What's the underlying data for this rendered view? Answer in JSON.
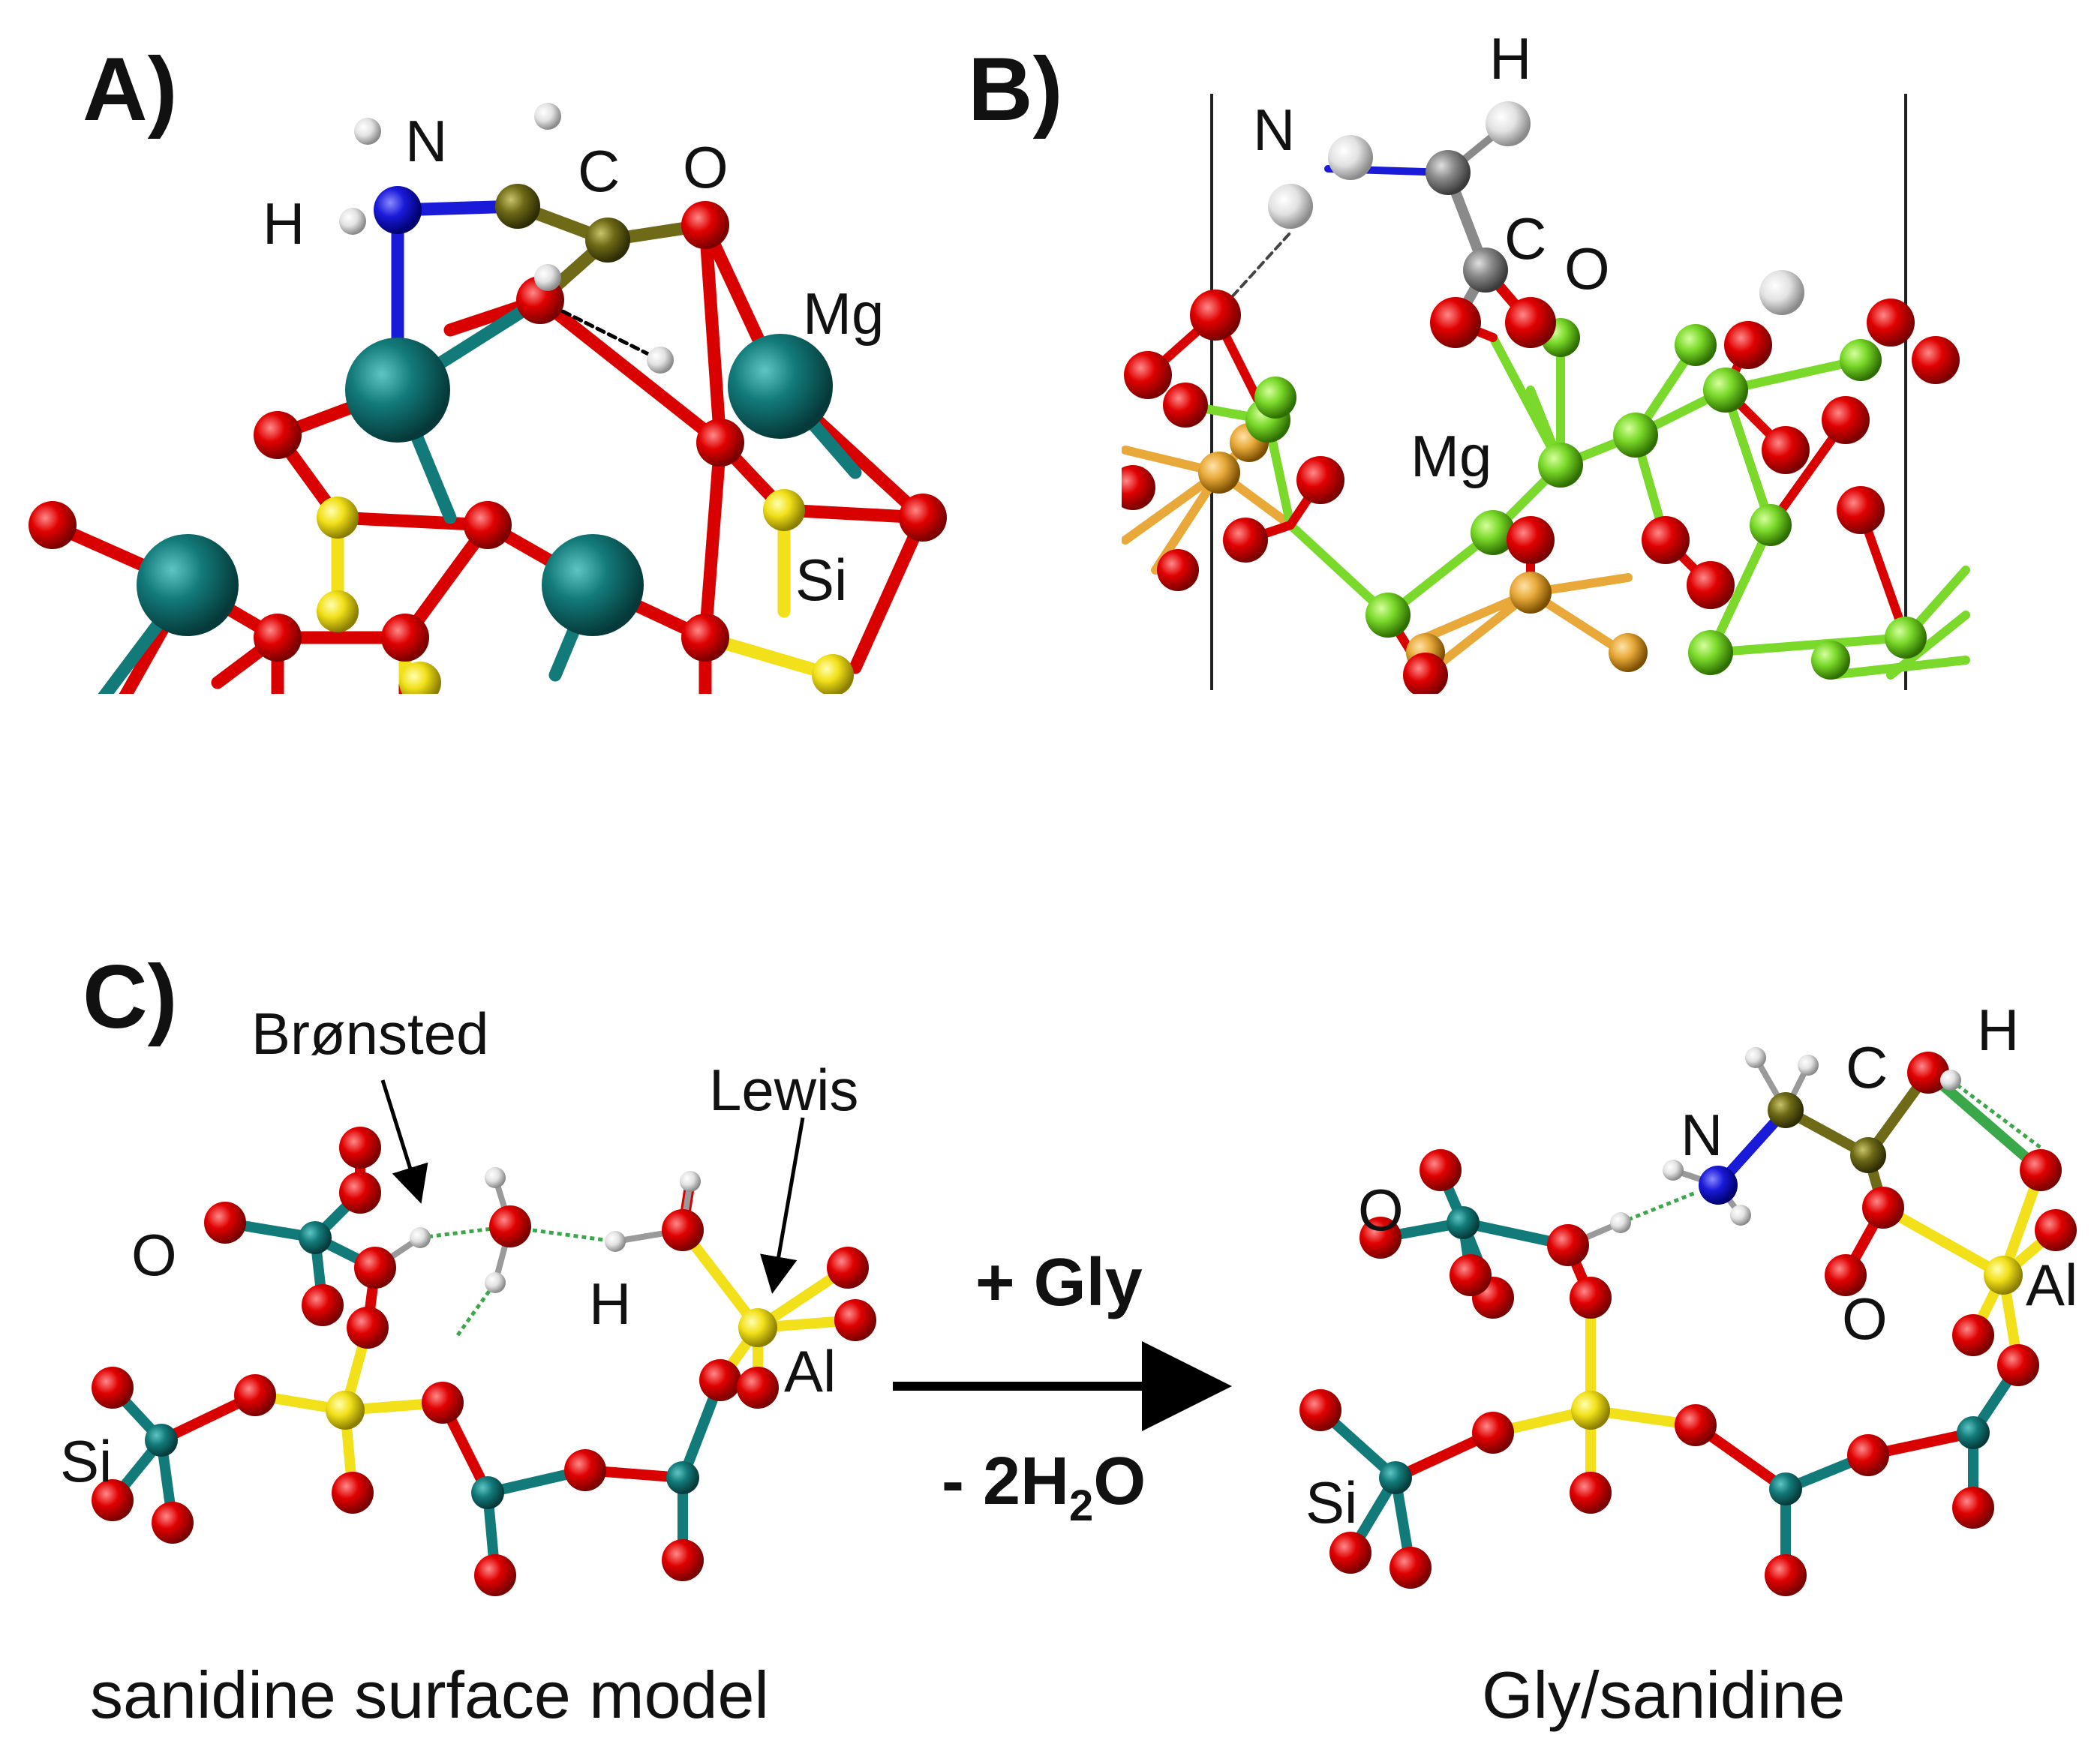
{
  "colors": {
    "oxygen": "#d90000",
    "magnesium": "#137a7a",
    "silicon": "#f2e01a",
    "hydrogen": "#e6e6e6",
    "nitrogen": "#1a1ad9",
    "carbon_olive": "#6e6a17",
    "carbon_gray": "#8a8a8a",
    "mg_green": "#7ad92a",
    "orange_atom": "#e8a93a",
    "bond_black": "#000000"
  },
  "panel_a": {
    "label": "A)",
    "atoms": {
      "n": "N",
      "h": "H",
      "c": "C",
      "o": "O",
      "mg": "Mg",
      "si": "Si"
    }
  },
  "panel_b": {
    "label": "B)",
    "atoms": {
      "n": "N",
      "h": "H",
      "c": "C",
      "o": "O",
      "mg": "Mg"
    }
  },
  "panel_c": {
    "label": "C)",
    "left": {
      "bronsted": "Brønsted",
      "lewis": "Lewis",
      "o": "O",
      "h": "H",
      "al": "Al",
      "si": "Si",
      "caption": "sanidine surface model"
    },
    "reaction": {
      "reagent": "+ Gly",
      "byproduct_prefix": "- 2H",
      "byproduct_sub": "2",
      "byproduct_suffix": "O"
    },
    "right": {
      "n": "N",
      "c": "C",
      "h": "H",
      "o_left": "O",
      "o_ring": "O",
      "al": "Al",
      "si": "Si",
      "caption": "Gly/sanidine"
    }
  }
}
